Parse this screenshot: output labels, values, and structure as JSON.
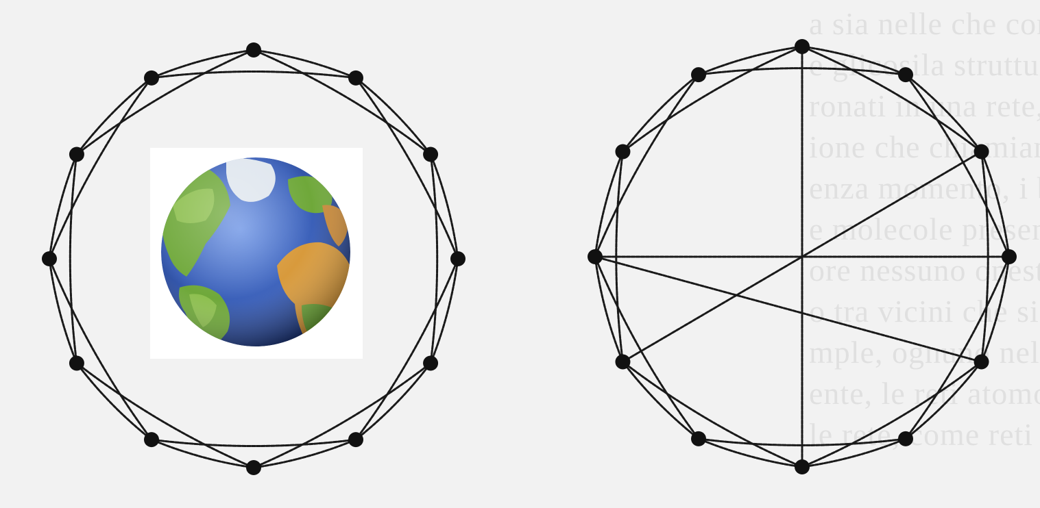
{
  "figure": {
    "panels": [
      {
        "id": "left-network",
        "description_hidden": true,
        "node_count": 12,
        "chord_skip": 2,
        "has_center_image": true,
        "center_image": "earth-globe"
      },
      {
        "id": "right-network",
        "node_count": 12,
        "chord_skip": 2,
        "extra_long_range_links": [
          [
            0,
            6
          ],
          [
            3,
            9
          ],
          [
            2,
            8
          ],
          [
            4,
            9
          ]
        ]
      }
    ],
    "colors": {
      "background": "#f2f2f2",
      "edges": "#1a1a1a",
      "nodes": "#111111",
      "ocean": "#3a5fb8",
      "land": "#6fa83a",
      "desert": "#d89a3c",
      "ice": "#dfe6ee"
    },
    "icons": [
      "earth-globe-icon"
    ]
  }
}
